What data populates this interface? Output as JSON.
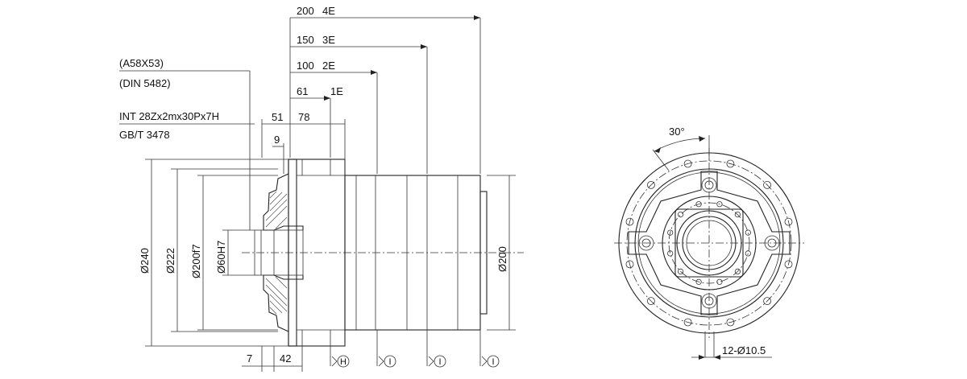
{
  "side_view": {
    "spline_labels": [
      "(A58X53)",
      "(DIN 5482)"
    ],
    "int_labels": [
      "INT 28Zx2mx30Px7H",
      "GB/T 3478"
    ],
    "top_dims": [
      {
        "value": "200",
        "tag": "4E"
      },
      {
        "value": "150",
        "tag": "3E"
      },
      {
        "value": "100",
        "tag": "2E"
      },
      {
        "value": "61",
        "tag": "1E"
      }
    ],
    "dim_51": "51",
    "dim_78": "78",
    "dim_9": "9",
    "dim_7": "7",
    "dim_42": "42",
    "dia_240": "Ø240",
    "dia_222": "Ø222",
    "dia_200f7": "Ø200f7",
    "dia_60h7": "Ø60H7",
    "dia_200": "Ø200",
    "markers": [
      "H",
      "I",
      "I",
      "I"
    ]
  },
  "front_view": {
    "angle": "30°",
    "holes": "12-Ø10.5"
  }
}
